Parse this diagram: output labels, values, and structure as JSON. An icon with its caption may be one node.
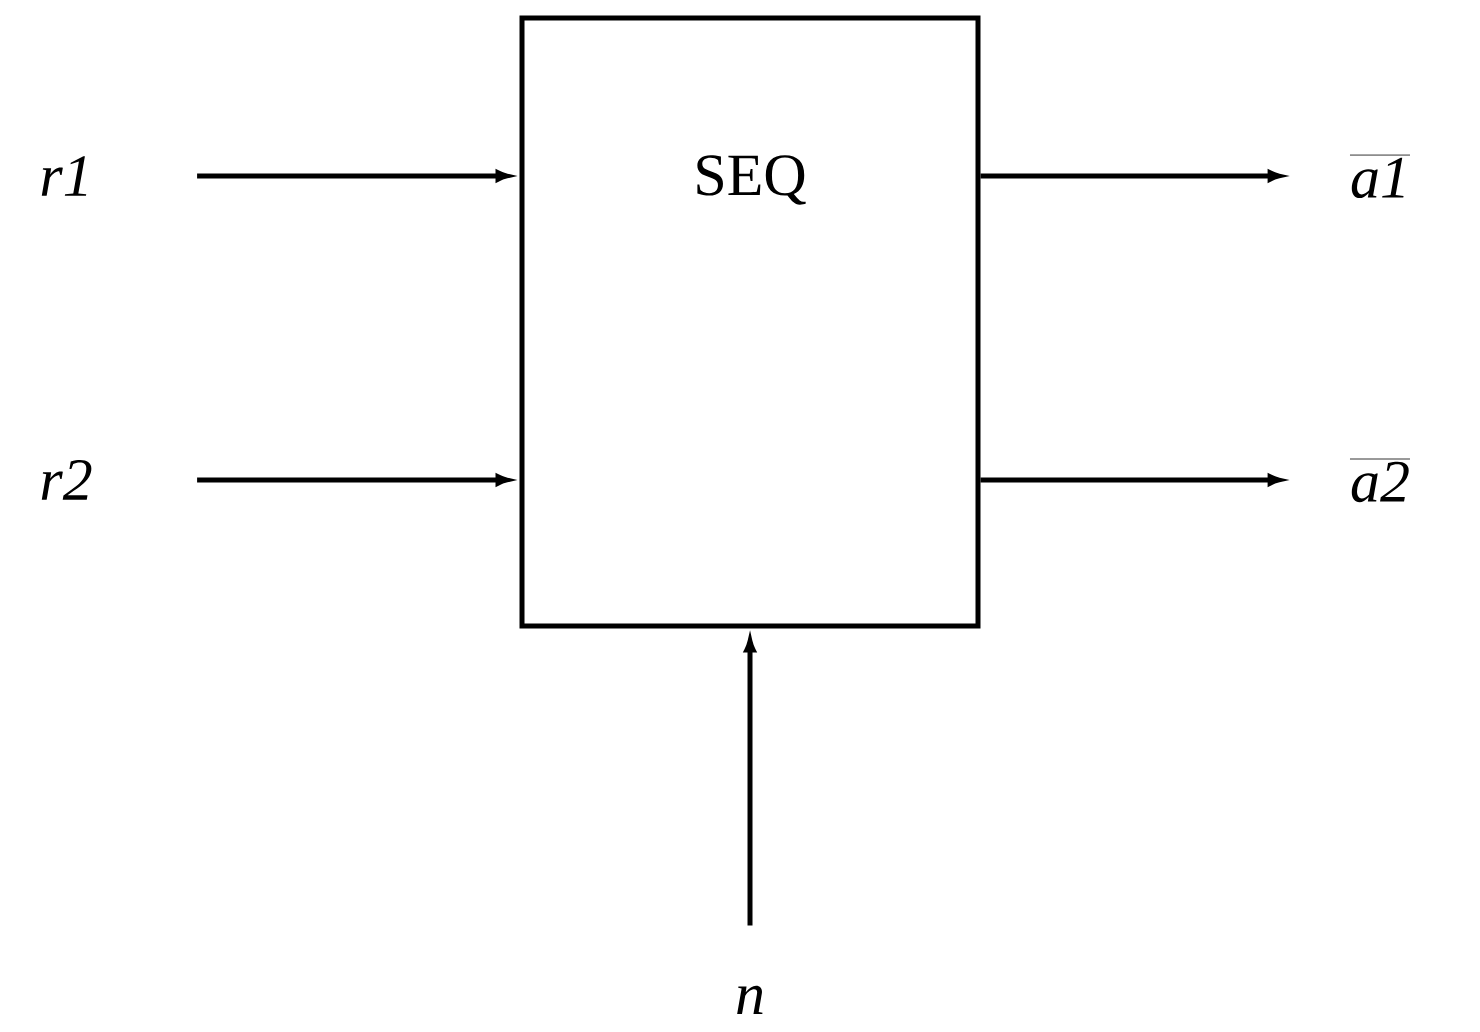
{
  "diagram": {
    "nodes": [
      {
        "text": [
          "SEQ"
        ]
      },
      {
        "text": [
          "r1"
        ]
      },
      {
        "text": [
          "r2"
        ]
      },
      {
        "text": [
          "a1"
        ]
      },
      {
        "text": [
          "a2"
        ]
      },
      {
        "text": [
          "n"
        ]
      }
    ],
    "edges": [
      {
        "from": 1,
        "to": 0,
        "arrow": "to"
      },
      {
        "from": 2,
        "to": 0,
        "arrow": "to"
      },
      {
        "from": 0,
        "to": 3,
        "arrow": "to"
      },
      {
        "from": 0,
        "to": 4,
        "arrow": "to"
      },
      {
        "from": 5,
        "to": 0,
        "arrow": "to"
      }
    ]
  }
}
